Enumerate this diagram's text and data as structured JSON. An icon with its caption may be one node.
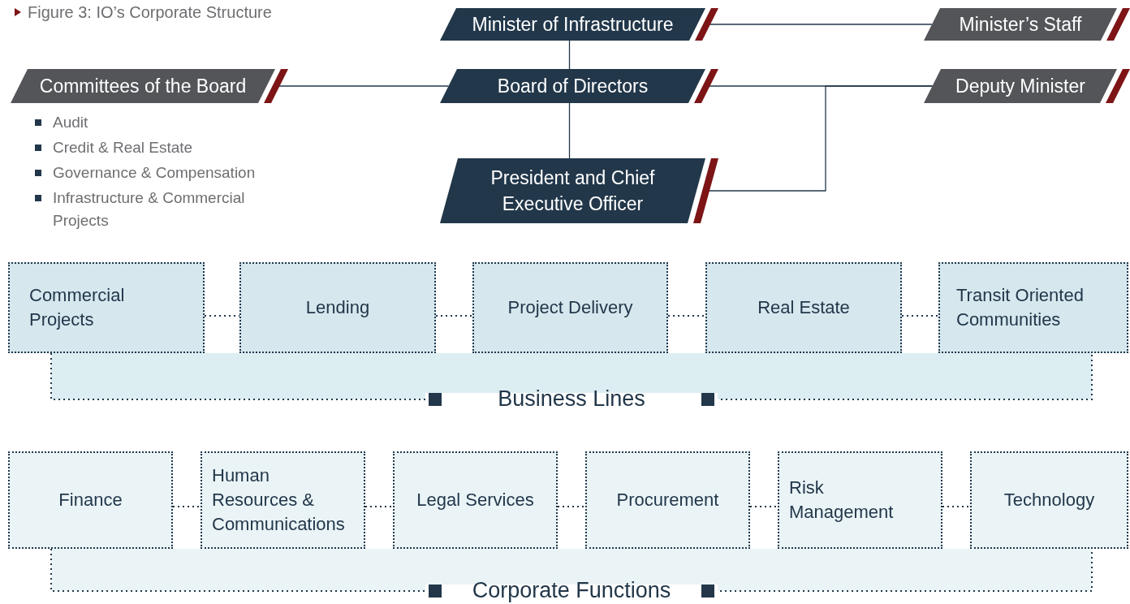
{
  "diagram": {
    "title": "Figure 3: IO’s Corporate Structure",
    "nodes": [
      {
        "text": [
          "Minister of Infrastructure"
        ]
      },
      {
        "text": [
          "Minister’s Staff"
        ]
      },
      {
        "text": [
          "Committees of the Board"
        ],
        "beside": [
          "Audit",
          "Credit & Real Estate",
          "Governance & Compensation",
          "Infrastructure & Commercial Projects"
        ]
      },
      {
        "text": [
          "Board of Directors"
        ]
      },
      {
        "text": [
          "Deputy Minister"
        ]
      },
      {
        "text": [
          "President and Chief Executive Officer"
        ]
      },
      {
        "text": [
          "Commercial Projects"
        ]
      },
      {
        "text": [
          "Lending"
        ]
      },
      {
        "text": [
          "Project Delivery"
        ]
      },
      {
        "text": [
          "Real Estate"
        ]
      },
      {
        "text": [
          "Transit Oriented Communities"
        ]
      },
      {
        "text": [
          "Business Lines"
        ]
      },
      {
        "text": [
          "Finance"
        ]
      },
      {
        "text": [
          "Human Resources & Communications"
        ]
      },
      {
        "text": [
          "Legal Services"
        ]
      },
      {
        "text": [
          "Procurement"
        ]
      },
      {
        "text": [
          "Risk Management"
        ]
      },
      {
        "text": [
          "Technology"
        ]
      },
      {
        "text": [
          "Corporate Functions"
        ]
      }
    ],
    "edges": [
      {
        "from": 0,
        "to": 1,
        "arrow": "none"
      },
      {
        "from": 0,
        "to": 3,
        "arrow": "none"
      },
      {
        "from": 2,
        "to": 3,
        "arrow": "none"
      },
      {
        "from": 3,
        "to": 5,
        "arrow": "none"
      },
      {
        "from": 3,
        "to": 4,
        "arrow": "none"
      },
      {
        "from": 5,
        "to": 4,
        "arrow": "none"
      },
      {
        "from": 6,
        "to": 7,
        "arrow": "none",
        "style": "dashed"
      },
      {
        "from": 7,
        "to": 8,
        "arrow": "none",
        "style": "dashed"
      },
      {
        "from": 8,
        "to": 9,
        "arrow": "none",
        "style": "dashed"
      },
      {
        "from": 9,
        "to": 10,
        "arrow": "none",
        "style": "dashed"
      },
      {
        "from": 12,
        "to": 13,
        "arrow": "none",
        "style": "dashed"
      },
      {
        "from": 13,
        "to": 14,
        "arrow": "none",
        "style": "dashed"
      },
      {
        "from": 14,
        "to": 15,
        "arrow": "none",
        "style": "dashed"
      },
      {
        "from": 15,
        "to": 16,
        "arrow": "none",
        "style": "dashed"
      },
      {
        "from": 16,
        "to": 17,
        "arrow": "none",
        "style": "dashed"
      }
    ]
  }
}
